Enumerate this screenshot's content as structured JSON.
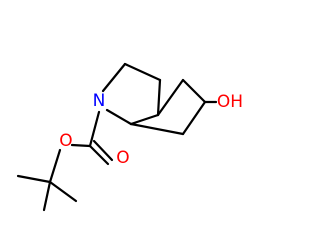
{
  "colors": {
    "background": "#ffffff",
    "bond": "#000000",
    "nitrogen": "#0000ff",
    "oxygen": "#ff0000"
  },
  "atoms": {
    "nitrogen_label": "N",
    "ring_ester_oxygen_label": "O",
    "carbonyl_oxygen_label": "O",
    "hydroxyl_label": "OH"
  }
}
